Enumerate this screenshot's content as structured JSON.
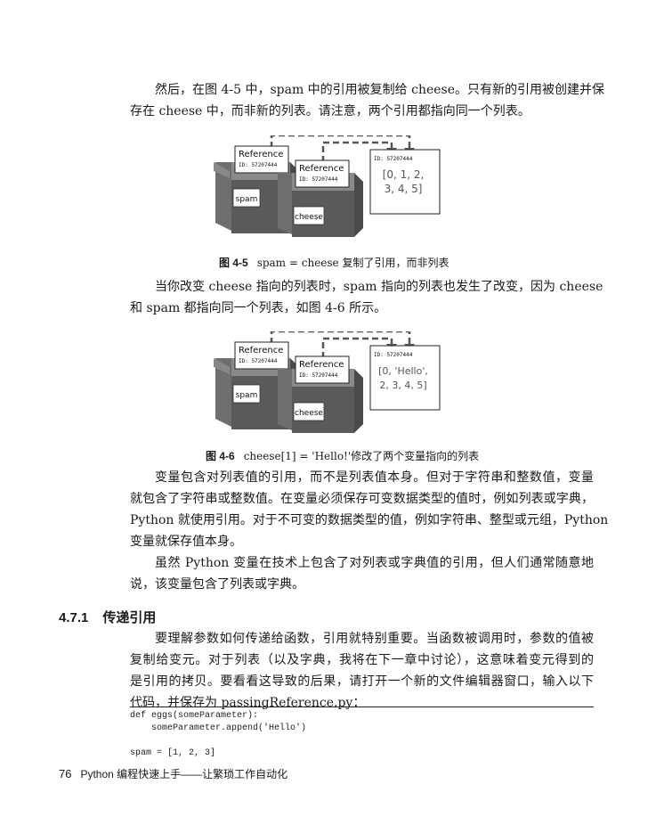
{
  "paragraphs": [
    [
      "然后，在图 4-5 中，spam 中的引用被复制给 cheese。只有新的引用被创建并保",
      "存在 cheese 中，而非新的列表。请注意，两个引用都指向同一个列表。"
    ],
    [
      "当你改变 cheese 指向的列表时，spam 指向的列表也发生了改变，因为 cheese",
      "和 spam 都指向同一个列表，如图 4-6 所示。"
    ],
    [
      "变量包含对列表值的引用，而不是列表值本身。但对于字符串和整数值，变量",
      "就包含了字符串或整数值。在变量必须保存可变数据类型的值时，例如列表或字典，",
      "Python 就使用引用。对于不可变的数据类型的值，例如字符串、整型或元组，Python",
      "变量就保存值本身。"
    ],
    [
      "虽然 Python 变量在技术上包含了对列表或字典值的引用，但人们通常随意地",
      "说，该变量包含了列表或字典。"
    ],
    [
      "要理解参数如何传递给函数，引用就特别重要。当函数被调用时，参数的值被",
      "复制给变元。对于列表（以及字典，我将在下一章中讨论），这意味着变元得到的",
      "是引用的拷贝。要看看这导致的后果，请打开一个新的文件编辑器窗口，输入以下",
      "代码，并保存为 passingReference.py："
    ]
  ],
  "figures": [
    {
      "spam_ref_label": "Reference",
      "spam_ref_id": "ID: 57207444",
      "cheese_ref_label": "Reference",
      "cheese_ref_id": "ID: 57207444",
      "spam_box_label": "spam",
      "cheese_box_label": "cheese",
      "list_id": "ID: 57207444",
      "list_line1": "[0, 1, 2,",
      "list_line2": "3, 4, 5]",
      "caption_num": "图 4-5",
      "caption_text": "spam = cheese 复制了引用，而非列表"
    },
    {
      "spam_ref_label": "Reference",
      "spam_ref_id": "ID: 57207444",
      "cheese_ref_label": "Reference",
      "cheese_ref_id": "ID: 57207444",
      "spam_box_label": "spam",
      "cheese_box_label": "cheese",
      "list_id": "ID: 57207444",
      "list_line1": "[0, 'Hello',",
      "list_line2": "2, 3, 4, 5]",
      "caption_num": "图 4-6",
      "caption_text": "cheese[1] = 'Hello!'修改了两个变量指向的列表"
    }
  ],
  "section": {
    "number": "4.7.1",
    "title": "传递引用"
  },
  "code": [
    "def eggs(someParameter):",
    "    someParameter.append('Hello')",
    "",
    "spam = [1, 2, 3]"
  ],
  "footer": {
    "page_number": "76",
    "book_title": "Python 编程快速上手——让繁琐工作自动化"
  },
  "colors": {
    "box_dark": "#5a5a5a",
    "box_mid": "#6e6e6e",
    "box_light": "#8a8a8a",
    "arrow": "#555555"
  }
}
